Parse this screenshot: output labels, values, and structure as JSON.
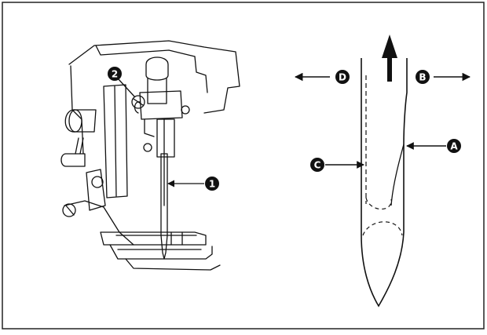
{
  "colors": {
    "ink": "#111111",
    "paper": "#ffffff"
  },
  "illustration": {
    "callouts": [
      {
        "id": "thread-guide",
        "glyph": "❶"
      },
      {
        "id": "needle-clamp-screw",
        "glyph": "❷"
      }
    ]
  },
  "needle_detail": {
    "labels": [
      {
        "id": "long-groove-side",
        "glyph": "A"
      },
      {
        "id": "right-direction",
        "glyph": "B"
      },
      {
        "id": "short-groove-side",
        "glyph": "C"
      },
      {
        "id": "left-direction",
        "glyph": "D"
      }
    ]
  }
}
